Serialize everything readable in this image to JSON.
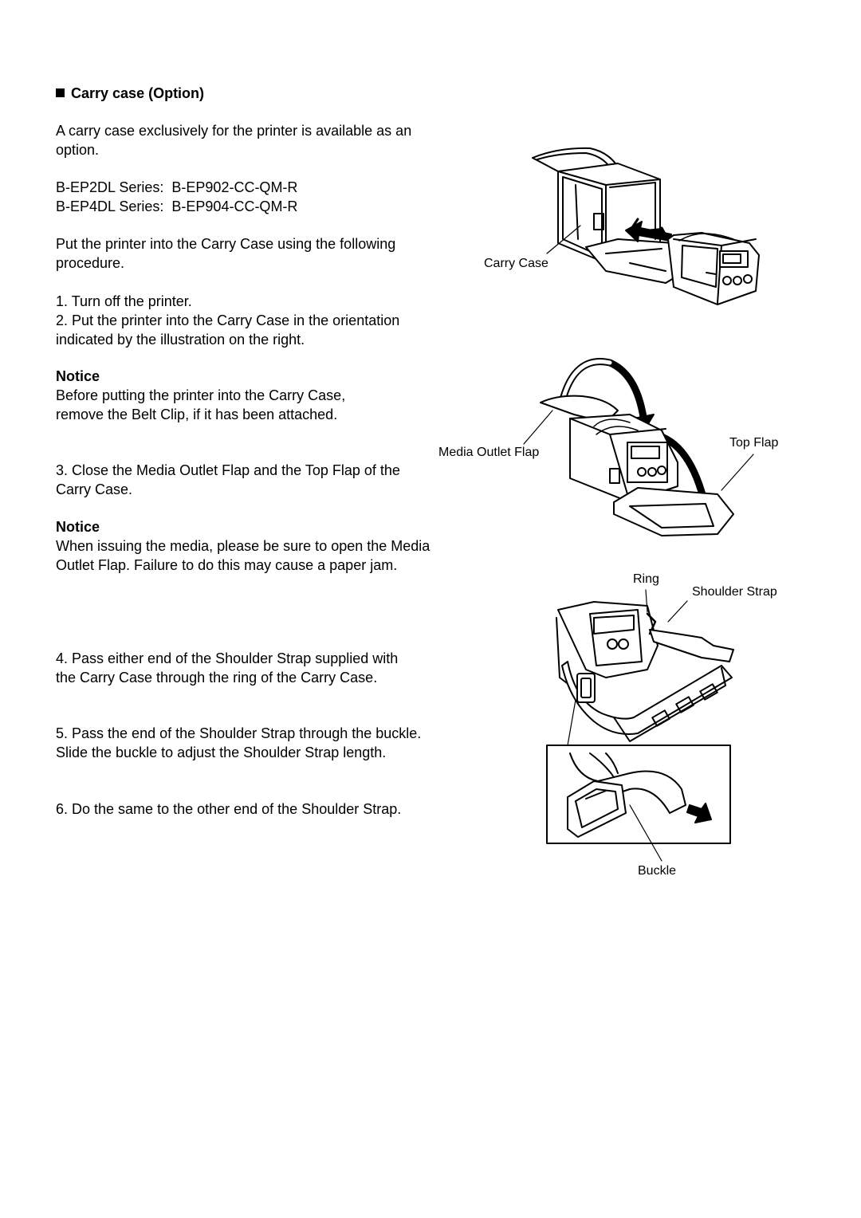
{
  "heading": "Carry case (Option)",
  "intro": "A carry case exclusively for the printer is available as an option.",
  "models": [
    {
      "series": "B-EP2DL Series:",
      "part": "B-EP902-CC-QM-R"
    },
    {
      "series": "B-EP4DL Series:",
      "part": "B-EP904-CC-QM-R"
    }
  ],
  "procedure_intro": "Put the printer into the Carry Case using the following procedure.",
  "steps": {
    "s1": "1. Turn off the printer.",
    "s2": "2. Put the printer into the Carry Case in the orientation indicated by the illustration on the right.",
    "s3": "3. Close the Media Outlet Flap and the Top Flap of the Carry Case.",
    "s4": "4. Pass either end of the Shoulder Strap supplied with the Carry Case through the ring of the Carry Case.",
    "s5": "5. Pass the end of the Shoulder Strap through the buckle.   Slide the buckle to adjust the Shoulder Strap length.",
    "s6": "6. Do the same to the other end of the Shoulder Strap."
  },
  "notices": [
    {
      "title": "Notice",
      "text": "Before putting the printer into the Carry Case, remove the Belt Clip, if it has been attached."
    },
    {
      "title": "Notice",
      "text": "When issuing the media, please be sure to open the Media Outlet Flap.  Failure to do this may cause a paper jam."
    }
  ],
  "figure_labels": {
    "carry_case": "Carry Case",
    "media_outlet_flap": "Media Outlet Flap",
    "top_flap": "Top Flap",
    "ring": "Ring",
    "shoulder_strap": "Shoulder Strap",
    "buckle": "Buckle"
  }
}
